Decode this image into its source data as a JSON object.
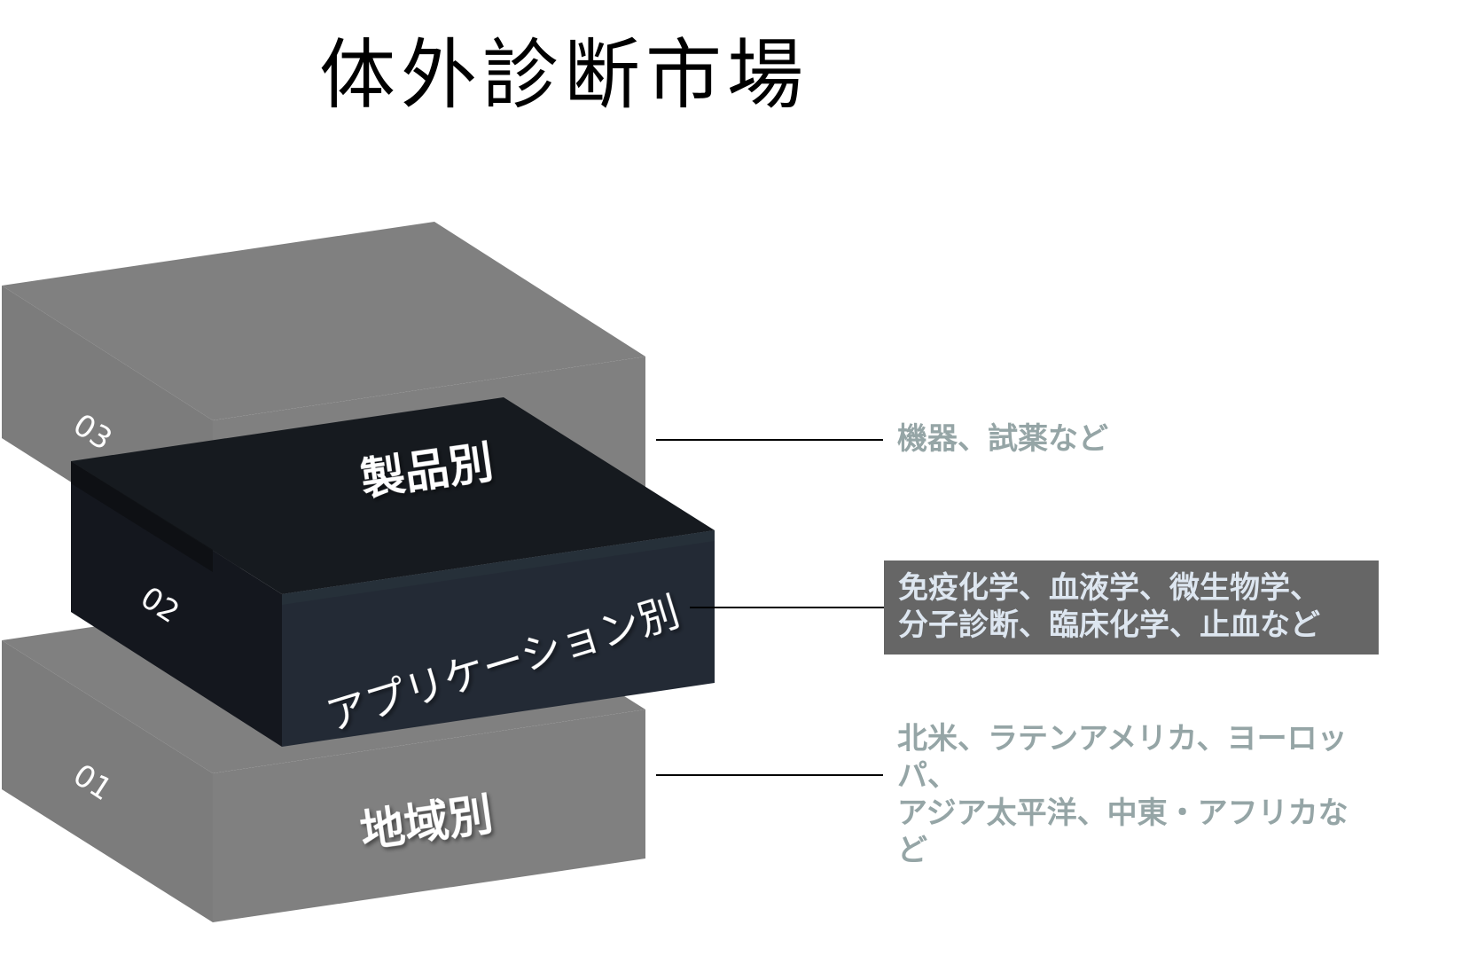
{
  "title": "体外診断市場",
  "colors": {
    "gray_box": "#808080",
    "gray_box_shade": "#7a7a7a",
    "dark_box_top": "#161a1f",
    "dark_box_side": "#14171e",
    "dark_box_front": "#232a35",
    "callout_bg": "#666666",
    "callout_text": "#dde6f0",
    "desc_text": "#95a5a6",
    "connector": "#000000"
  },
  "layers": [
    {
      "number": "01",
      "label": "地域別",
      "description": "北米、ラテンアメリカ、ヨーロッパ、アジア太平洋、中東・アフリカなど",
      "description_lines": [
        "北米、ラテンアメリカ、ヨーロッパ、",
        "アジア太平洋、中東・アフリカな",
        "ど"
      ]
    },
    {
      "number": "02",
      "label": "アプリケーション別",
      "description": "免疫化学、血液学、微生物学、分子診断、臨床化学、止血など",
      "description_lines": [
        "免疫化学、血液学、微生物学、",
        "分子診断、臨床化学、止血など"
      ],
      "highlighted": true
    },
    {
      "number": "03",
      "label": "製品別",
      "description": "機器、試薬など",
      "description_lines": [
        "機器、試薬など"
      ]
    }
  ]
}
